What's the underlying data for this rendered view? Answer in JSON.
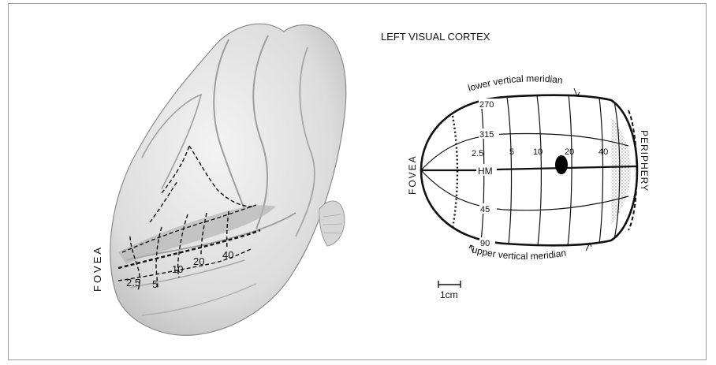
{
  "colors": {
    "ink": "#111111",
    "brain_fill": "#e6e6e6",
    "brain_shade": "#bdbdbd",
    "frame": "#9a9a9a"
  },
  "brain_figure": {
    "fovea_label": "FOVEA",
    "eccentricity_labels": [
      "2.5",
      "5",
      "10",
      "20",
      "40"
    ]
  },
  "cortex_map": {
    "title": "LEFT VISUAL CORTEX",
    "lower_meridian_label": "lower vertical meridian",
    "upper_meridian_label": "upper vertical meridian",
    "fovea_label": "FOVEA",
    "periphery_label": "PERIPHERY",
    "hm_label": "HM",
    "angle_labels": [
      "270",
      "315",
      "45",
      "90"
    ],
    "eccentricity_labels": [
      "2.5",
      "5",
      "10",
      "20",
      "40"
    ],
    "scale_label": "1cm"
  }
}
